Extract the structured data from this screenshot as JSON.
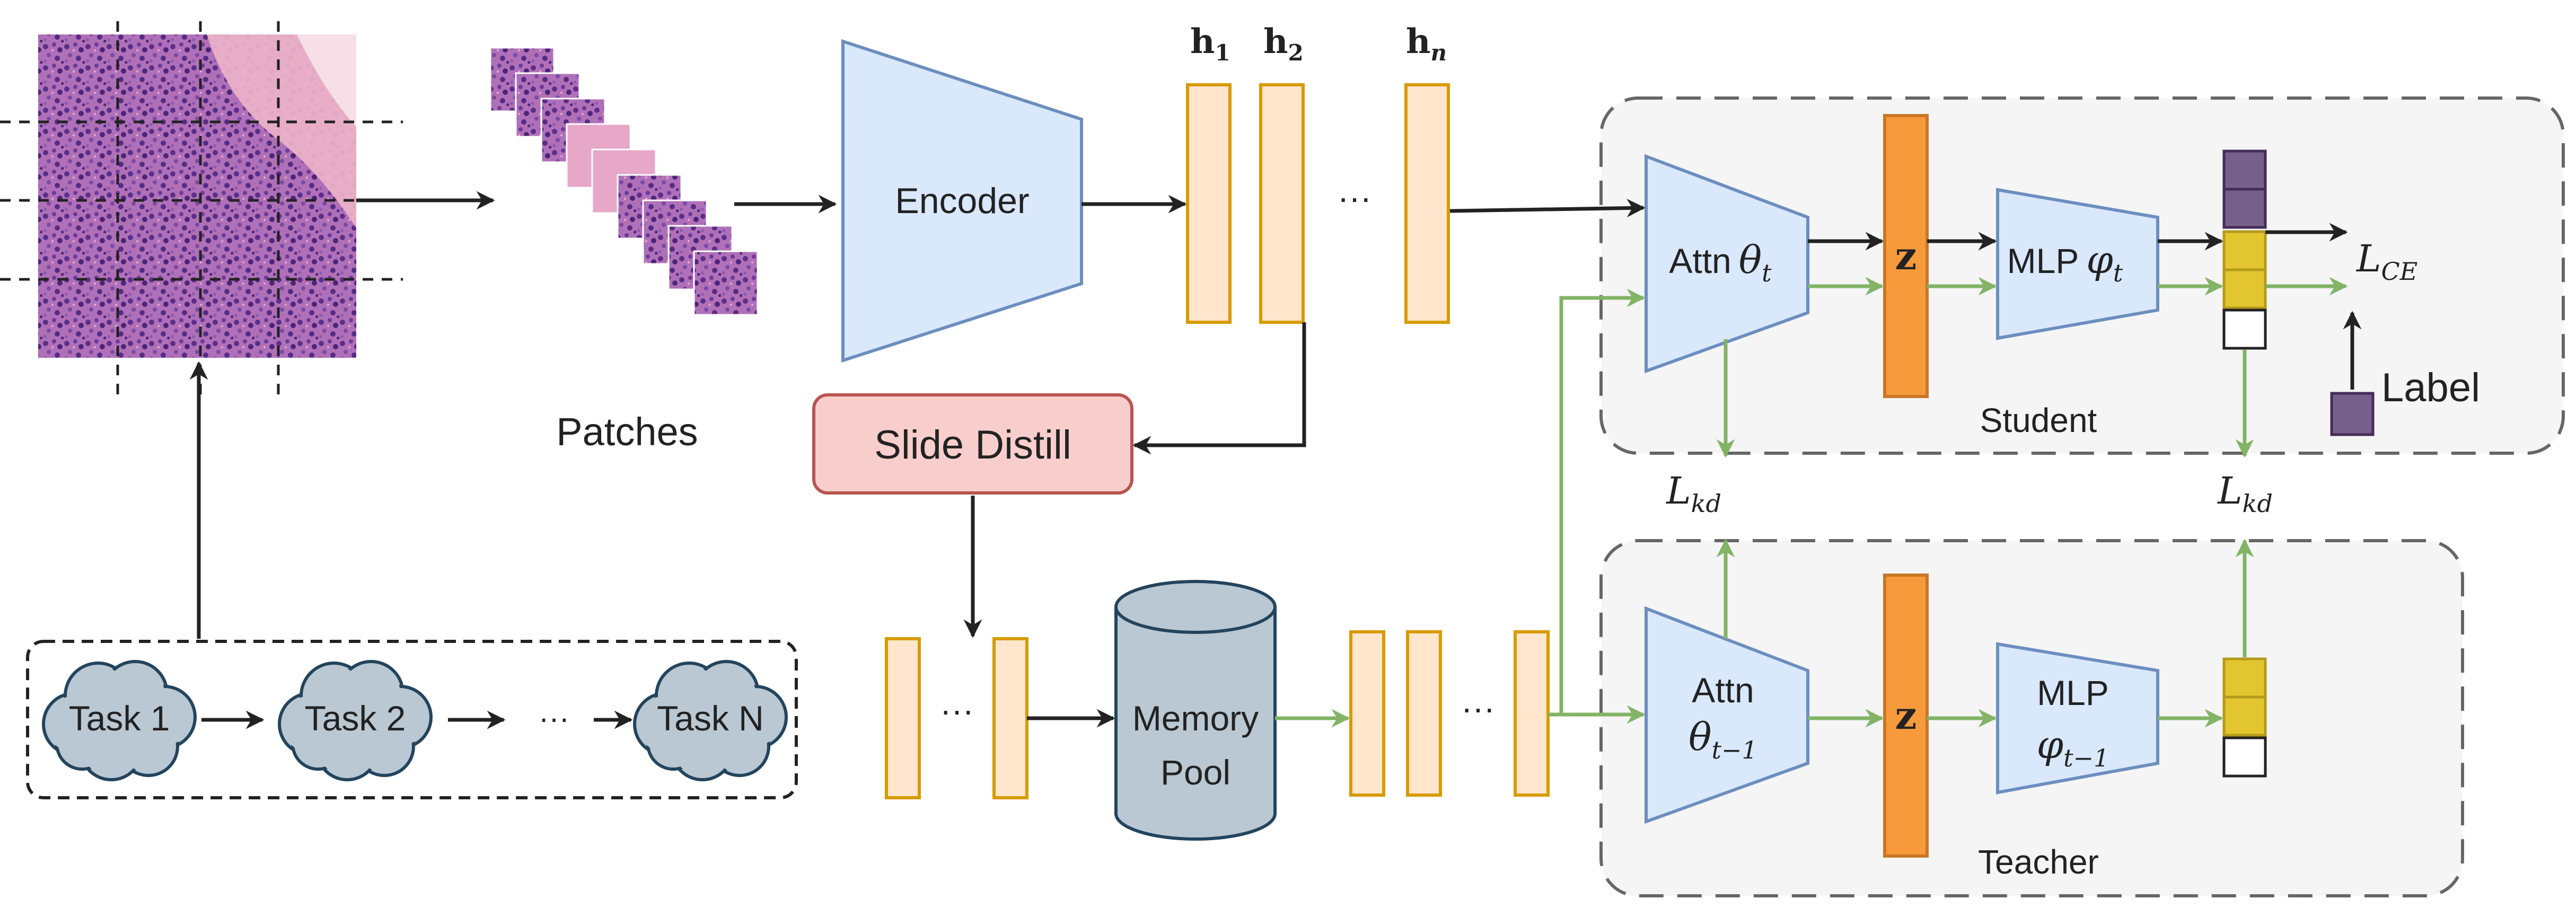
{
  "labels": {
    "patches": "Patches",
    "encoder": "Encoder",
    "slide_distill": "Slide Distill",
    "memory_pool_line1": "Memory",
    "memory_pool_line2": "Pool",
    "student": "Student",
    "teacher": "Teacher",
    "label": "Label",
    "ellipsis": "···",
    "h1_base": "h",
    "h1_sub": "1",
    "h2_base": "h",
    "h2_sub": "2",
    "hn_base": "h",
    "hn_sub": "n",
    "z_student": "z",
    "z_teacher": "z",
    "attn_student": "Attn",
    "theta_student_base": "θ",
    "theta_student_sub": "t",
    "mlp_student": "MLP",
    "phi_student_base": "φ",
    "phi_student_sub": "t",
    "attn_teacher": "Attn",
    "theta_teacher_base": "θ",
    "theta_teacher_sub": "t−1",
    "mlp_teacher": "MLP",
    "phi_teacher_base": "φ",
    "phi_teacher_sub": "t−1",
    "lce_base": "L",
    "lce_sub": "CE",
    "lkd_base": "L",
    "lkd_sub": "kd"
  },
  "tasks": [
    {
      "label": "Task 1"
    },
    {
      "label": "Task 2"
    },
    {
      "label": "Task N"
    }
  ],
  "colors": {
    "black": "#222222",
    "green": "#82b366",
    "feature_fill": "#ffe6cc",
    "feature_stroke": "#d79b00",
    "encoder_fill": "#dae8fc",
    "encoder_stroke": "#6c8ebf",
    "distill_fill": "#f8cecc",
    "distill_stroke": "#b85450",
    "pool_fill": "#bac8d3",
    "pool_stroke": "#23445d",
    "z_fill": "#f79a3c",
    "z_stroke": "#c97726",
    "purple": "#76608a",
    "yellow": "#e3c52f",
    "panel_fill": "#f5f5f5",
    "panel_stroke": "#666666"
  }
}
